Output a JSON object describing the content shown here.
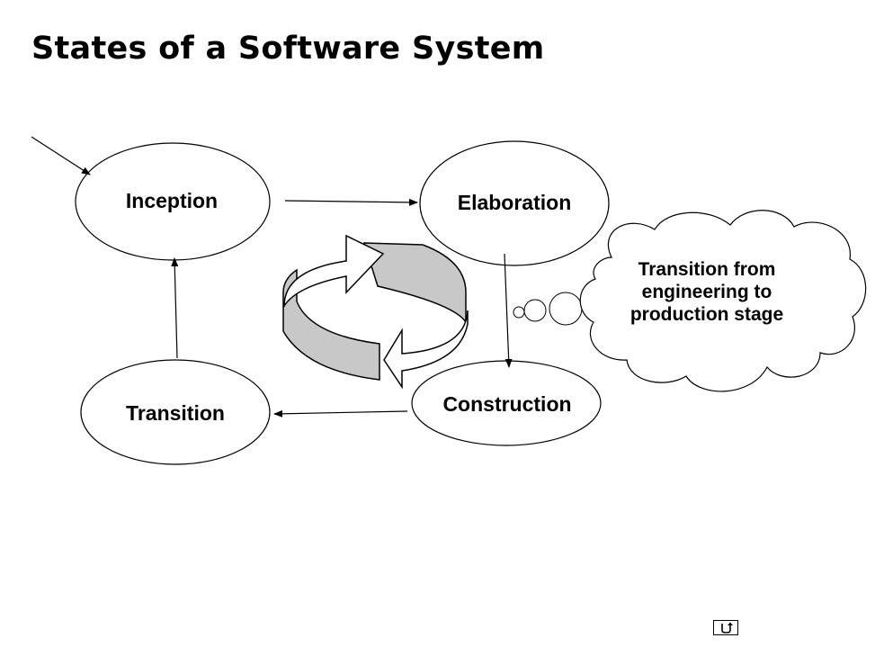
{
  "page": {
    "title": "States of a Software System"
  },
  "states": {
    "inception": "Inception",
    "elaboration": "Elaboration",
    "construction": "Construction",
    "transition": "Transition"
  },
  "callout": {
    "lines": [
      "Transition from",
      "engineering to",
      "production stage"
    ]
  },
  "icons": {
    "cycle": "cycle-arrows-icon",
    "return": "return-arrow-icon"
  },
  "colors": {
    "cycle_fill": "#c8c8c8",
    "stroke": "#000000"
  }
}
